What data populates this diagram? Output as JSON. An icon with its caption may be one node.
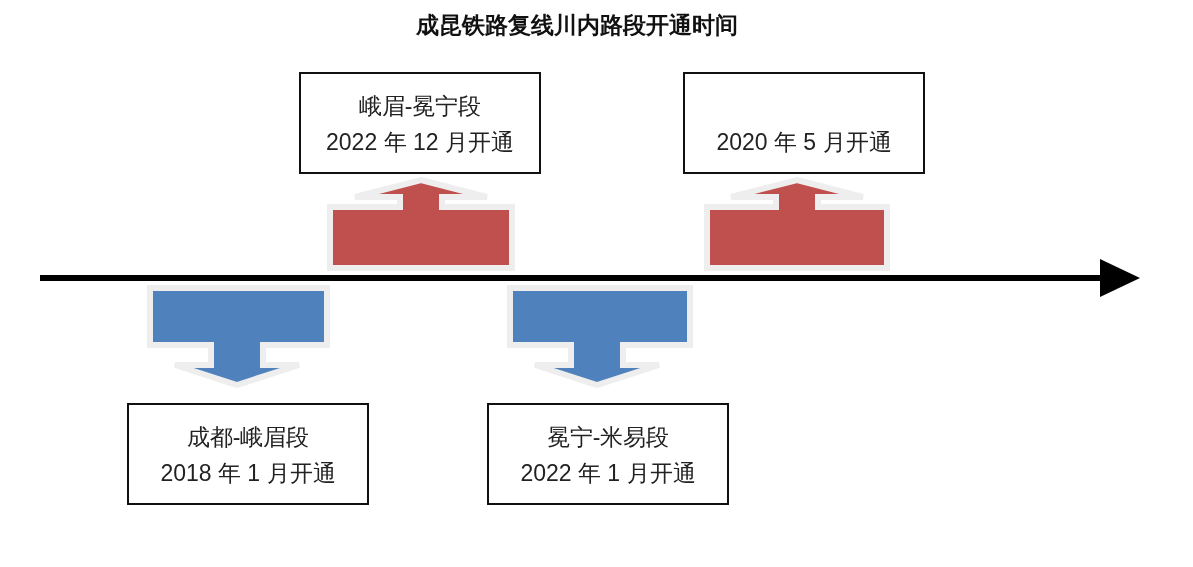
{
  "diagram": {
    "title": "成昆铁路复线川内路段开通时间",
    "nodes": [
      {
        "text": [
          "峨眉-冕宁段",
          "2022 年 12 月开通"
        ]
      },
      {
        "text": [
          "2020 年 5 月开通"
        ]
      },
      {
        "text": [
          "成都-峨眉段",
          "2018 年 1 月开通"
        ]
      },
      {
        "text": [
          "冕宁-米易段",
          "2022 年 1 月开通"
        ]
      }
    ]
  }
}
